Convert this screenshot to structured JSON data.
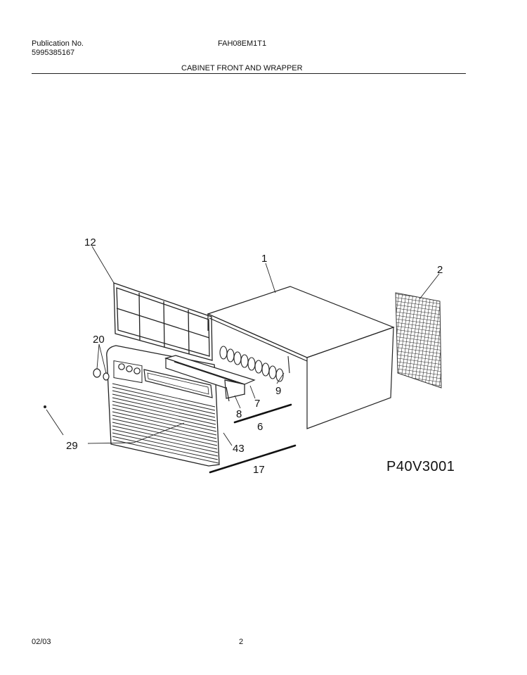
{
  "header": {
    "publication_label": "Publication No.",
    "publication_number": "5995385167",
    "model": "FAH08EM1T1",
    "section_title": "CABINET FRONT AND WRAPPER"
  },
  "diagram": {
    "callouts": {
      "c1": "1",
      "c2": "2",
      "c6": "6",
      "c7": "7",
      "c8": "8",
      "c9": "9",
      "c12": "12",
      "c17": "17",
      "c20": "20",
      "c29": "29",
      "c43": "43"
    },
    "drawing_code": "P40V3001"
  },
  "footer": {
    "date": "02/03",
    "page": "2"
  }
}
